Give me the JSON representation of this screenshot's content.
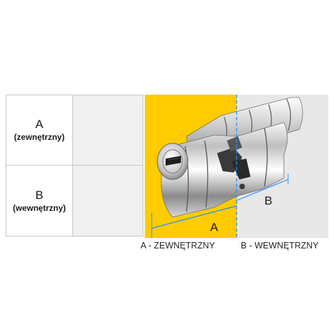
{
  "table": {
    "rows": [
      {
        "letter": "A",
        "label": "(zewnętrzny)",
        "value": ""
      },
      {
        "letter": "B",
        "label": "(wewnętrzny)",
        "value": ""
      }
    ]
  },
  "illustration": {
    "dim_a": "A",
    "dim_b": "B",
    "colors": {
      "outer_side": "#ffcc00",
      "inner_side": "#e6e6e6",
      "dimension": "#1e90ff"
    }
  },
  "captions": {
    "a": "A - ZEWNĘTRZNY",
    "b": "B - WEWNĘTRZNY"
  }
}
